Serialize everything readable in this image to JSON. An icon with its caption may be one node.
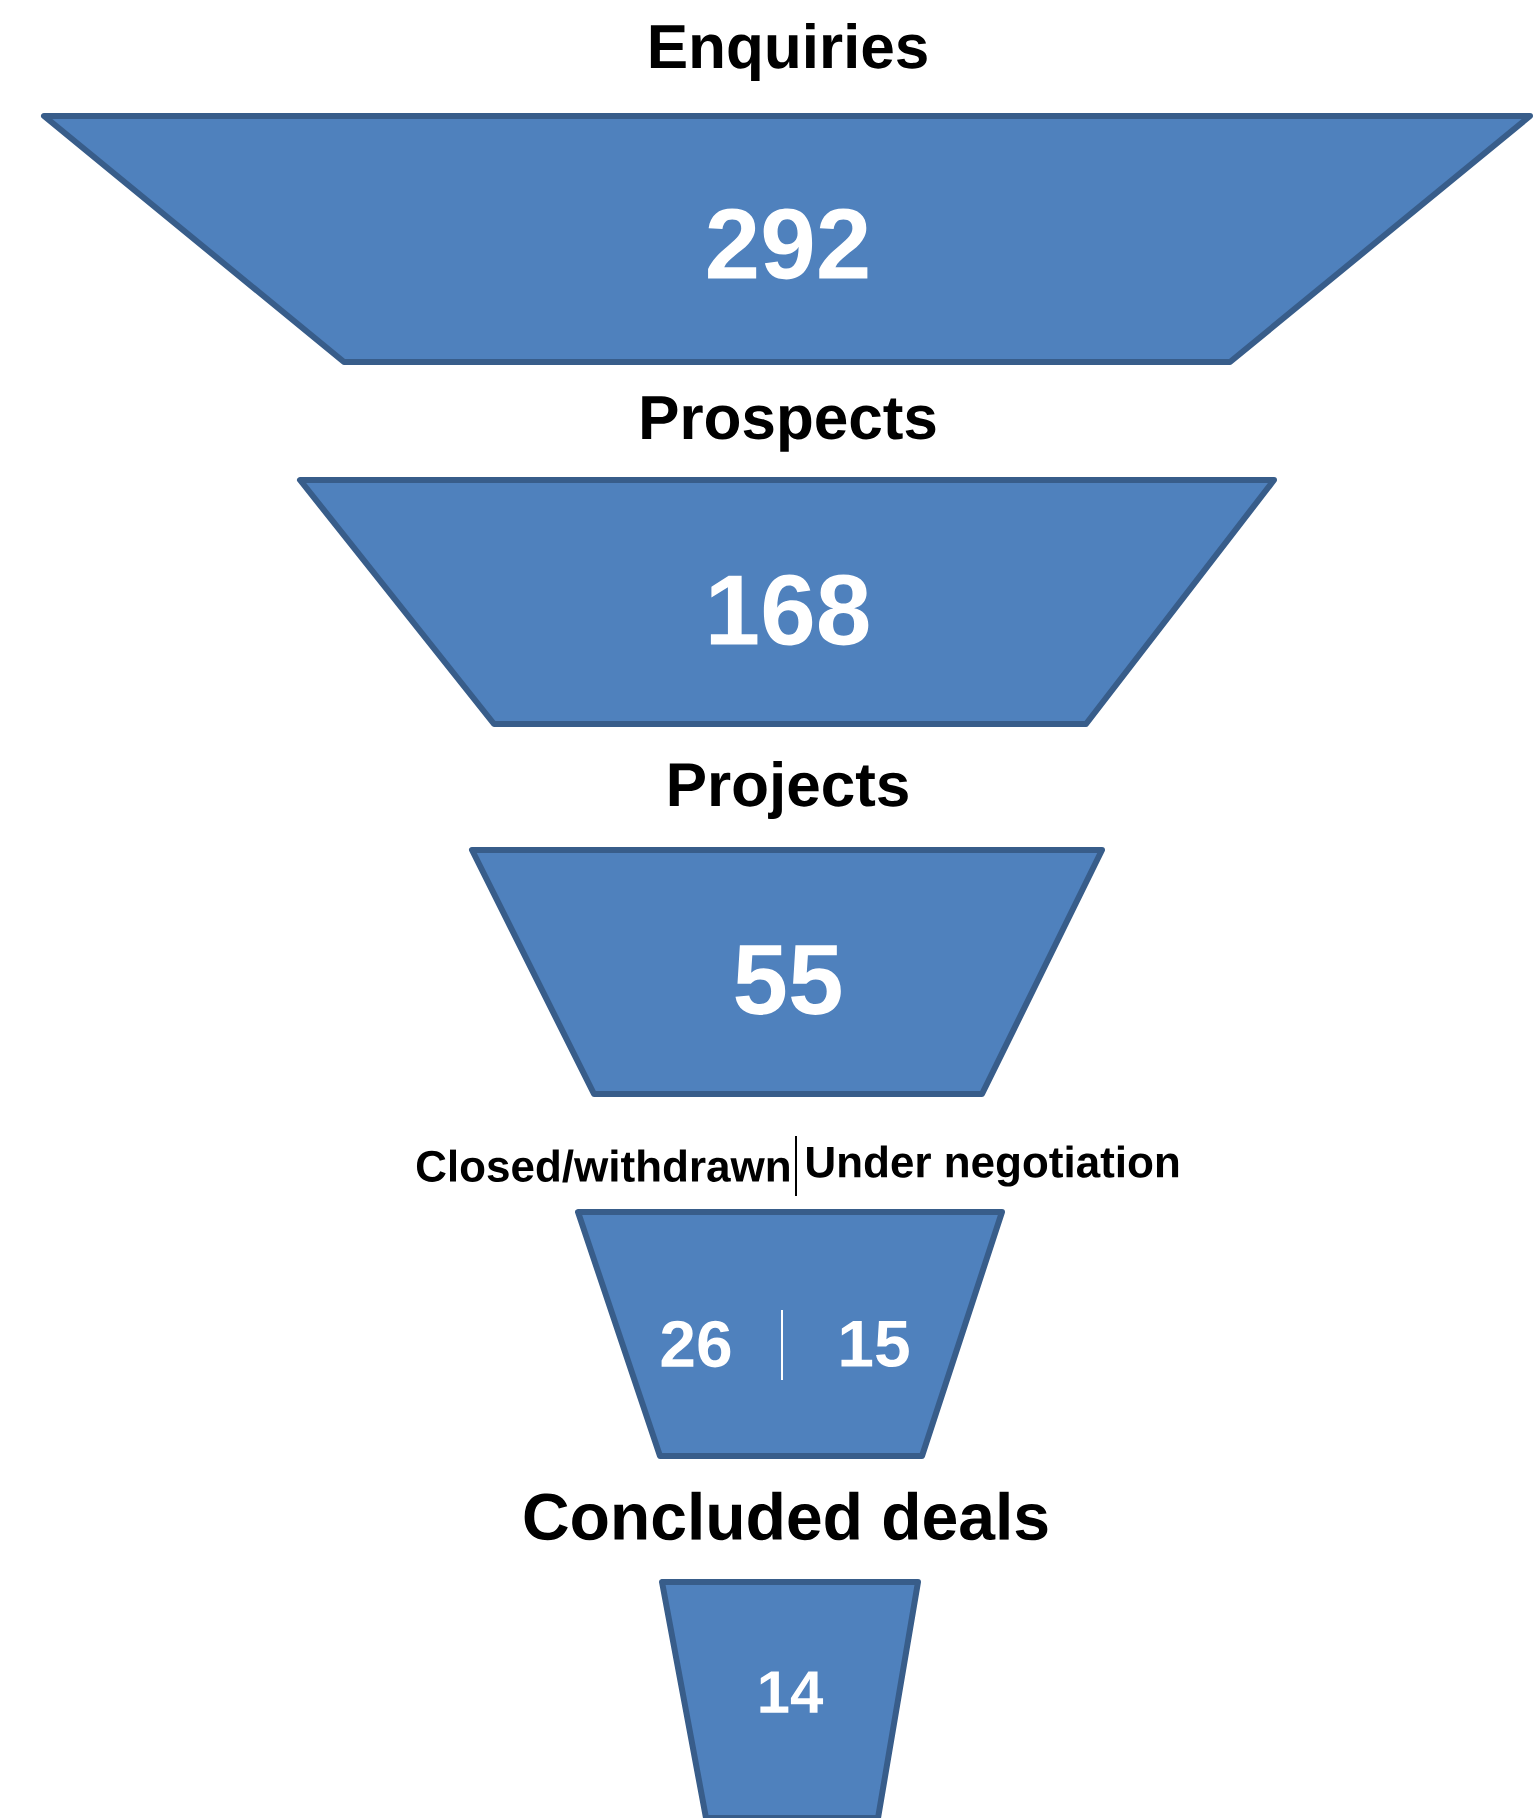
{
  "diagram": {
    "nodes": [
      {
        "text": [
          "Enquiries",
          "292"
        ]
      },
      {
        "text": [
          "Prospects",
          "168"
        ]
      },
      {
        "text": [
          "Projects",
          "55"
        ]
      },
      {
        "text": [
          "Closed/withdrawn",
          "Under negotiation",
          "26",
          "15"
        ]
      },
      {
        "text": [
          "Concluded deals",
          "14"
        ]
      }
    ]
  }
}
